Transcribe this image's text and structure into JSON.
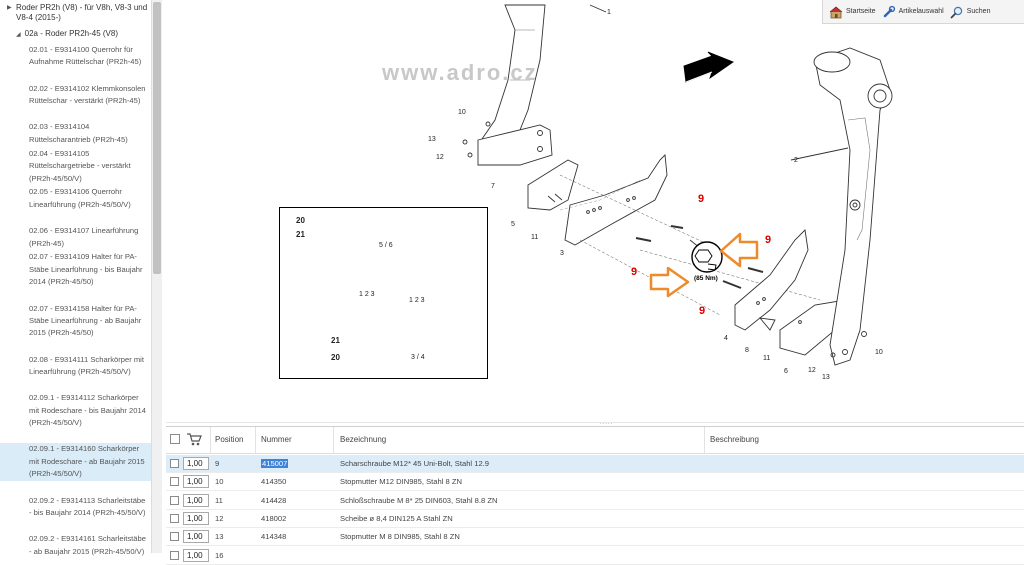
{
  "tree": {
    "root": "Roder PR2h (V8) - für V8h, V8-3 und V8-4 (2015-)",
    "sub": "02a - Roder PR2h-45 (V8)",
    "items": [
      {
        "label": "02.01 - E9314100 Querrohr für Aufnahme Rüttelschar (PR2h-45)"
      },
      {
        "label": "02.02 - E9314102 Klemmkonsolen Rüttelschar - verstärkt (PR2h-45)"
      },
      {
        "label": "02.03 - E9314104 Rüttelscharantrieb (PR2h-45)"
      },
      {
        "label": "02.04 - E9314105 Rüttelschargetriebe - verstärkt (PR2h-45/50/V)"
      },
      {
        "label": "02.05 - E9314106 Querrohr Linearführung (PR2h-45/50/V)"
      },
      {
        "label": "02.06 - E9314107 Linearführung (PR2h-45)"
      },
      {
        "label": "02.07 - E9314109 Halter für PA-Stäbe Linearführung - bis Baujahr 2014 (PR2h-45/50)"
      },
      {
        "label": "02.07 - E9314158 Halter für PA-Stäbe Linearführung - ab Baujahr 2015 (PR2h-45/50)"
      },
      {
        "label": "02.08 - E9314111 Scharkörper mit Linearführung (PR2h-45/50/V)"
      },
      {
        "label": "02.09.1 - E9314112 Scharkörper mit Rodeschare - bis Baujahr 2014 (PR2h-45/50/V)"
      },
      {
        "label": "02.09.1 - E9314160 Scharkörper mit Rodeschare - ab Baujahr 2015 (PR2h-45/50/V)"
      },
      {
        "label": "02.09.2 - E9314113 Scharleitstäbe - bis Baujahr 2014 (PR2h-45/50/V)"
      },
      {
        "label": "02.09.2 - E9314161 Scharleitstäbe - ab Baujahr 2015 (PR2h-45/50/V)"
      }
    ]
  },
  "toolbar": {
    "home": "Startseite",
    "articles": "Artikelauswahl",
    "search": "Suchen"
  },
  "diagram": {
    "watermark": "www.adro.cz",
    "torque": "(85 Nm)",
    "inset_labels": {
      "a": "20",
      "b": "21",
      "c": "5 / 6",
      "d": "21",
      "e": "20",
      "f": "3 / 4",
      "g": "1 2 3",
      "h": "1 2 3"
    },
    "callouts": [
      "1",
      "2",
      "3",
      "4",
      "5",
      "6",
      "7",
      "8",
      "9",
      "10",
      "11",
      "12",
      "13"
    ],
    "red_label": "9"
  },
  "table": {
    "headers": {
      "position": "Position",
      "number": "Nummer",
      "designation": "Bezeichnung",
      "description": "Beschreibung"
    },
    "rows": [
      {
        "qty": "1,00",
        "position": "9",
        "number": "415007",
        "designation": "Scharschraube M12* 45 Uni-Bolt, Stahl 12.9"
      },
      {
        "qty": "1,00",
        "position": "10",
        "number": "414350",
        "designation": "Stopmutter M12 DIN985, Stahl 8 ZN"
      },
      {
        "qty": "1,00",
        "position": "11",
        "number": "414428",
        "designation": "Schloßschraube M 8* 25 DIN603, Stahl 8.8 ZN"
      },
      {
        "qty": "1,00",
        "position": "12",
        "number": "418002",
        "designation": "Scheibe ø 8,4 DIN125 A Stahl ZN"
      },
      {
        "qty": "1,00",
        "position": "13",
        "number": "414348",
        "designation": "Stopmutter M 8 DIN985, Stahl 8 ZN"
      },
      {
        "qty": "1,00",
        "position": "16",
        "number": "",
        "designation": ""
      }
    ]
  }
}
